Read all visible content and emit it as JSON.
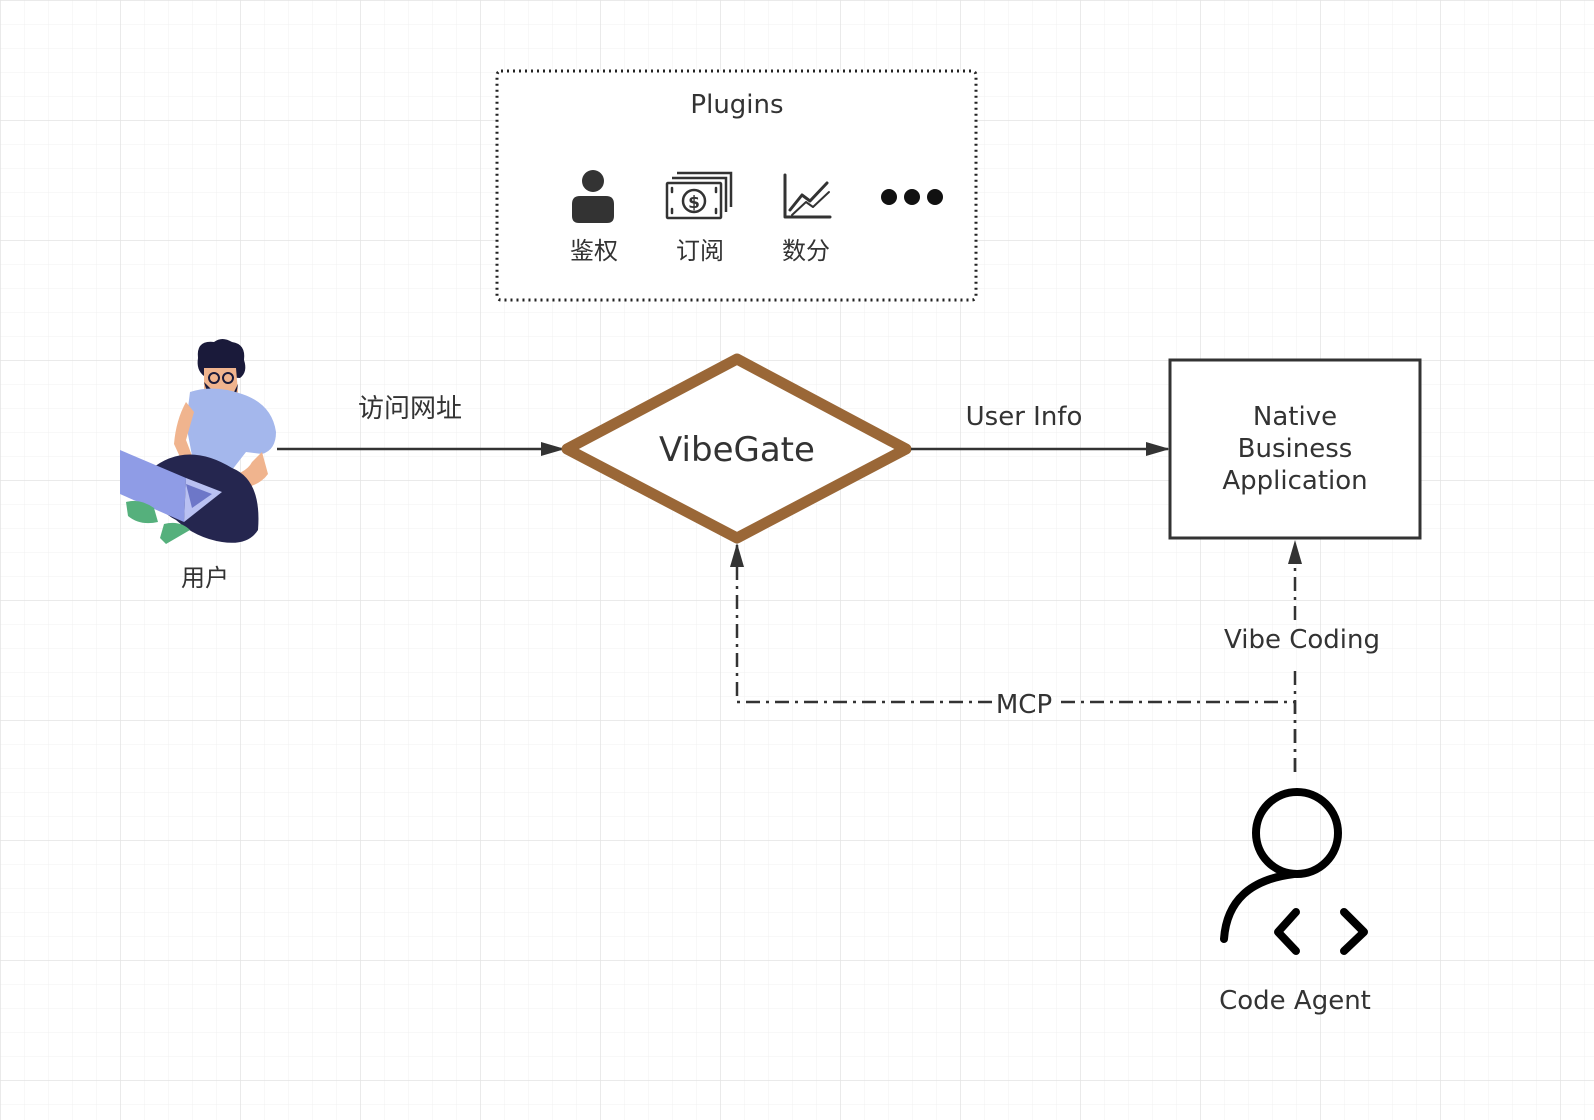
{
  "plugins": {
    "title": "Plugins",
    "items": [
      {
        "label": "鉴权",
        "icon": "user-icon"
      },
      {
        "label": "订阅",
        "icon": "money-icon"
      },
      {
        "label": "数分",
        "icon": "chart-icon"
      },
      {
        "label": "",
        "icon": "more-dots-icon"
      }
    ]
  },
  "user": {
    "label": "用户",
    "icon": "person-laptop-illustration"
  },
  "gateway": {
    "label": "VibeGate"
  },
  "app": {
    "lines": [
      "Native",
      "Business",
      "Application"
    ]
  },
  "agent": {
    "label": "Code Agent",
    "icon": "code-agent-icon"
  },
  "edges": {
    "visit": "访问网址",
    "user_info": "User Info",
    "mcp": "MCP",
    "vibe_coding": "Vibe Coding"
  },
  "colors": {
    "gateway_border": "#9a6737",
    "line": "#333333",
    "grid": "#e8e8e8"
  }
}
